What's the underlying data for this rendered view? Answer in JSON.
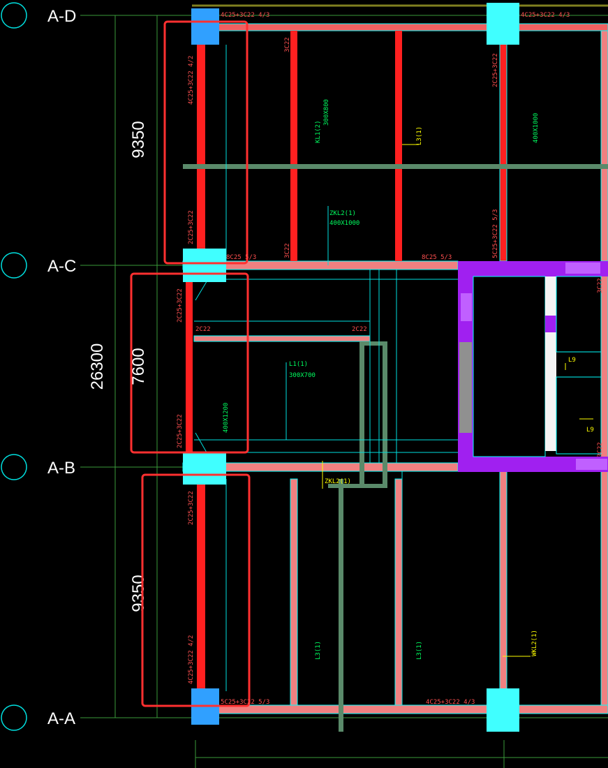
{
  "axes": [
    {
      "label": "A-D"
    },
    {
      "label": "A-C"
    },
    {
      "label": "A-B"
    },
    {
      "label": "A-A"
    }
  ],
  "dimensions": {
    "top_span": "9350",
    "total": "26300",
    "middle_span": "7600",
    "bottom_span": "9350"
  },
  "beam_notes": {
    "top_left": "4C25+3C22 4/3",
    "top_right": "4C25+3C22 4/3",
    "left_col_upper": "4C25+3C22 4/2",
    "col_a_c_top": "2C25+3C22",
    "ac_left": "8C25 5/3",
    "ac_right": "8C25 5/3",
    "mid_upper": "2C25+3C22",
    "mid_lower": "2C25+3C22",
    "beam_2c22_left": "2C22",
    "beam_2c22_right": "2C22",
    "col_a_b_bottom": "2C25+3C22",
    "left_col_lower": "4C25+3C22 4/2",
    "bottom_left": "5C25+3C22 5/3",
    "bottom_right": "4C25+3C22 4/3",
    "right_col_upper": "2C25+3C22",
    "right_col_mid": "5C25+3C22 5/3",
    "c22_a": "3C22",
    "c22_b": "3C22",
    "c22_c": "3C22",
    "c22_d": "3C22",
    "l3d": "L3(1)",
    "kl_note": "KL1(2)",
    "zkl_a": "ZKL2(1)",
    "zkl_b": "ZKL2(1)",
    "l1_note": "L1(1)",
    "l3_b": "L3(1)",
    "l3_c": "L3(1)",
    "wkl": "WKL2(1)",
    "l9_a": "L9",
    "l9_b": "L9",
    "section_a": "300X800",
    "section_b": "400X1000",
    "section_c": "300X700",
    "section_d": "400X1200"
  }
}
